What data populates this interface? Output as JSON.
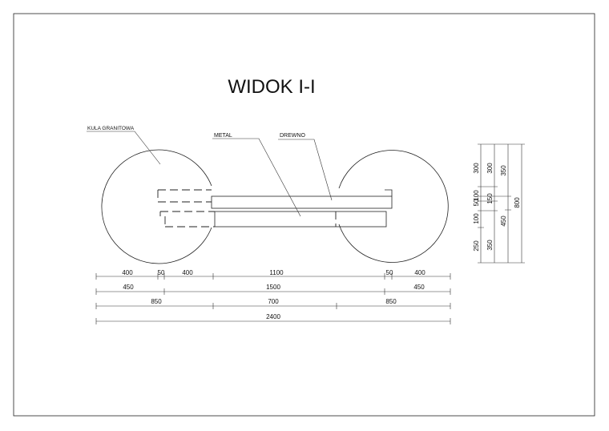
{
  "drawing": {
    "title": "WIDOK I-I",
    "labels": {
      "granite": "KULA GRANITOWA",
      "metal": "METAL",
      "wood": "DREWNO"
    },
    "dims_row1": [
      "400",
      "50",
      "400",
      "1100",
      "50",
      "400"
    ],
    "dims_row2": [
      "450",
      "1500",
      "450"
    ],
    "dims_row3": [
      "850",
      "700",
      "850"
    ],
    "dims_row4": [
      "2400"
    ],
    "vert_col1": [
      "300",
      "100",
      "50",
      "100",
      "250"
    ],
    "vert_col2": [
      "300",
      "150",
      "350"
    ],
    "vert_col3": [
      "350",
      "450"
    ],
    "vert_col4": [
      "800"
    ]
  }
}
